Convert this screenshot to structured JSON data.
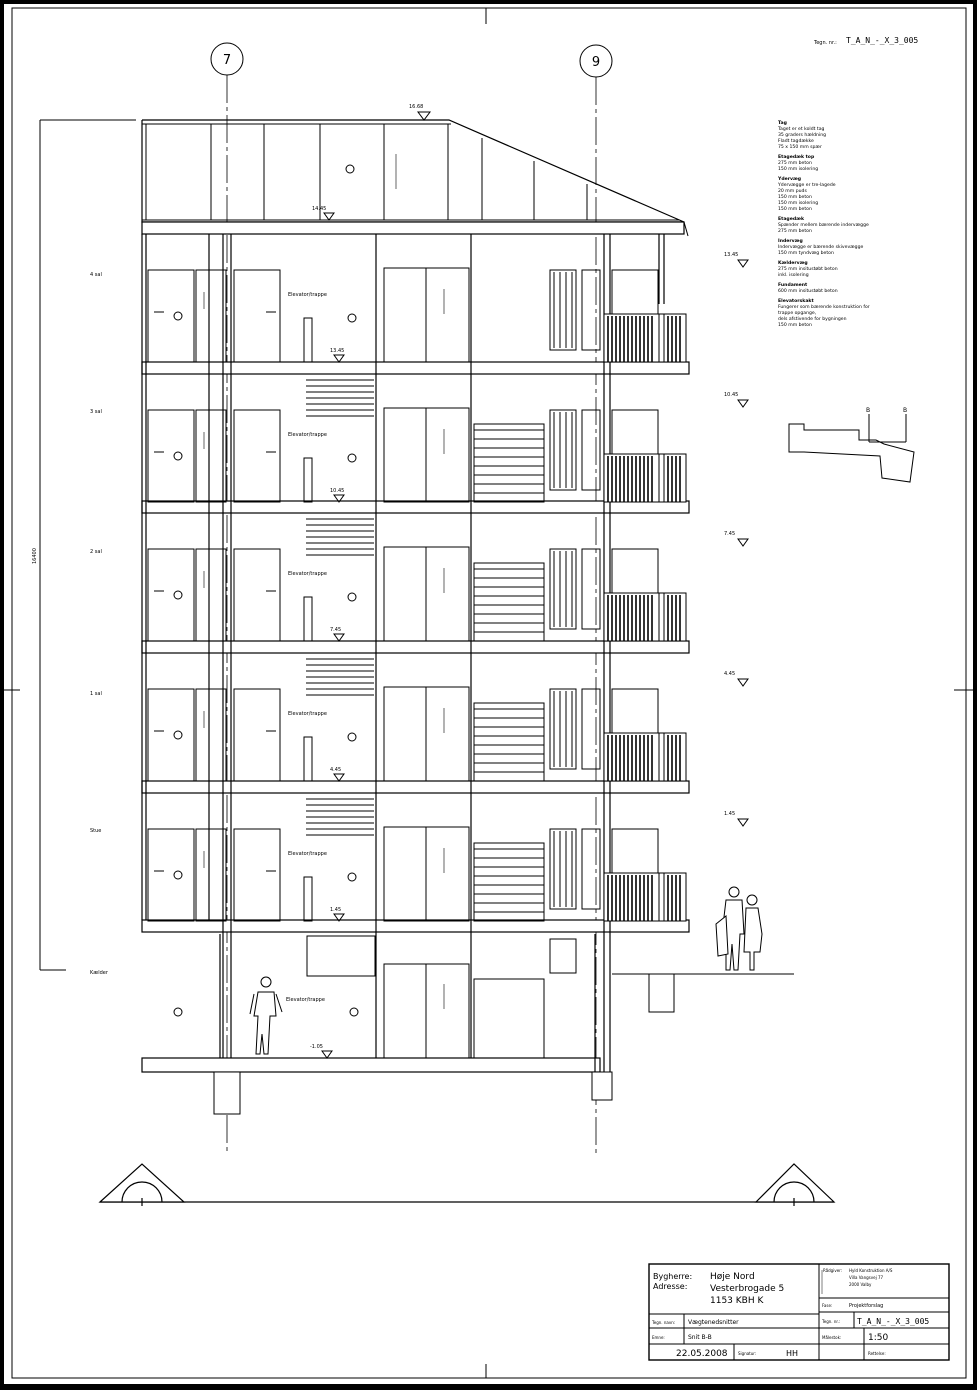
{
  "sheet": {
    "drawing_no_label": "Tegn. nr.:",
    "drawing_no": "T_A_N_-_X_3_005"
  },
  "grid": {
    "axis_left": "7",
    "axis_right": "9"
  },
  "floors": [
    "4 sal",
    "3 sal",
    "2 sal",
    "1 sal",
    "Stue",
    "Kælder"
  ],
  "room_label": "Elevator/trappe",
  "levels": {
    "roof_top": "16.68",
    "attic": "14.45",
    "floor4": "13.45",
    "floor3": "10.45",
    "floor2": "7.45",
    "floor1": "4.45",
    "ground": "1.45",
    "basement": "-1.05"
  },
  "right_levels": [
    "13.45",
    "10.45",
    "7.45",
    "4.45",
    "1.45"
  ],
  "overall_height": "16400",
  "notes": [
    {
      "title": "Tag",
      "lines": [
        "Taget er et koldt tag",
        "35 graders hældning",
        "Fladt tagdække",
        "75 x 150 mm spær"
      ]
    },
    {
      "title": "Etagedæk top",
      "lines": [
        "275 mm beton",
        "150 mm isolering"
      ]
    },
    {
      "title": "Ydervæg",
      "lines": [
        "Ydervægge er tre-lagede",
        "20 mm puds",
        "150 mm beton",
        "150 mm isolering",
        "150 mm beton"
      ]
    },
    {
      "title": "Etagedæk",
      "lines": [
        "Spænder mellem bærende indervægge",
        "275 mm beton"
      ]
    },
    {
      "title": "Indervæg",
      "lines": [
        "Indervægge er bærende skivevægge",
        "150 mm tyndvæg beton"
      ]
    },
    {
      "title": "Kældervæg",
      "lines": [
        "275 mm insitustøbt beton",
        "inkl. isolering"
      ]
    },
    {
      "title": "Fundament",
      "lines": [
        "600 mm insitustøbt beton"
      ]
    },
    {
      "title": "Elevatorskakt",
      "lines": [
        "Fungerer som bærende konstruktion for",
        "trappe opgange,",
        "dels afstivende for bygningen",
        "150 mm beton"
      ]
    }
  ],
  "keyplan": {
    "label_left": "B",
    "label_right": "B"
  },
  "title_block": {
    "client_label": "Bygherre:",
    "address_label": "Adresse:",
    "client": "Høje Nord",
    "address_line1": "Vesterbrogade 5",
    "address_line2": "1153 KBH K",
    "designer_label": "Rådgiver:",
    "designer_lines": [
      "Hyld Konstruktion A/S",
      "Villa Vangsvej 77",
      "2000 Valby"
    ],
    "phase_label": "Fase:",
    "phase": "Projektforslag",
    "drawing_title_label": "Tegn. navn:",
    "drawing_title": "Vægtenedsnitter",
    "drawing_no_label": "Tegn. nr.:",
    "drawing_no": "T_A_N_-_X_3_005",
    "case_label": "Emne:",
    "section": "Snit B-B",
    "scale_label": "Målestok:",
    "scale": "1:50",
    "date": "22.05.2008",
    "signature_label": "Signatur:",
    "signature": "HH",
    "revision_label": "Rettelse:"
  }
}
